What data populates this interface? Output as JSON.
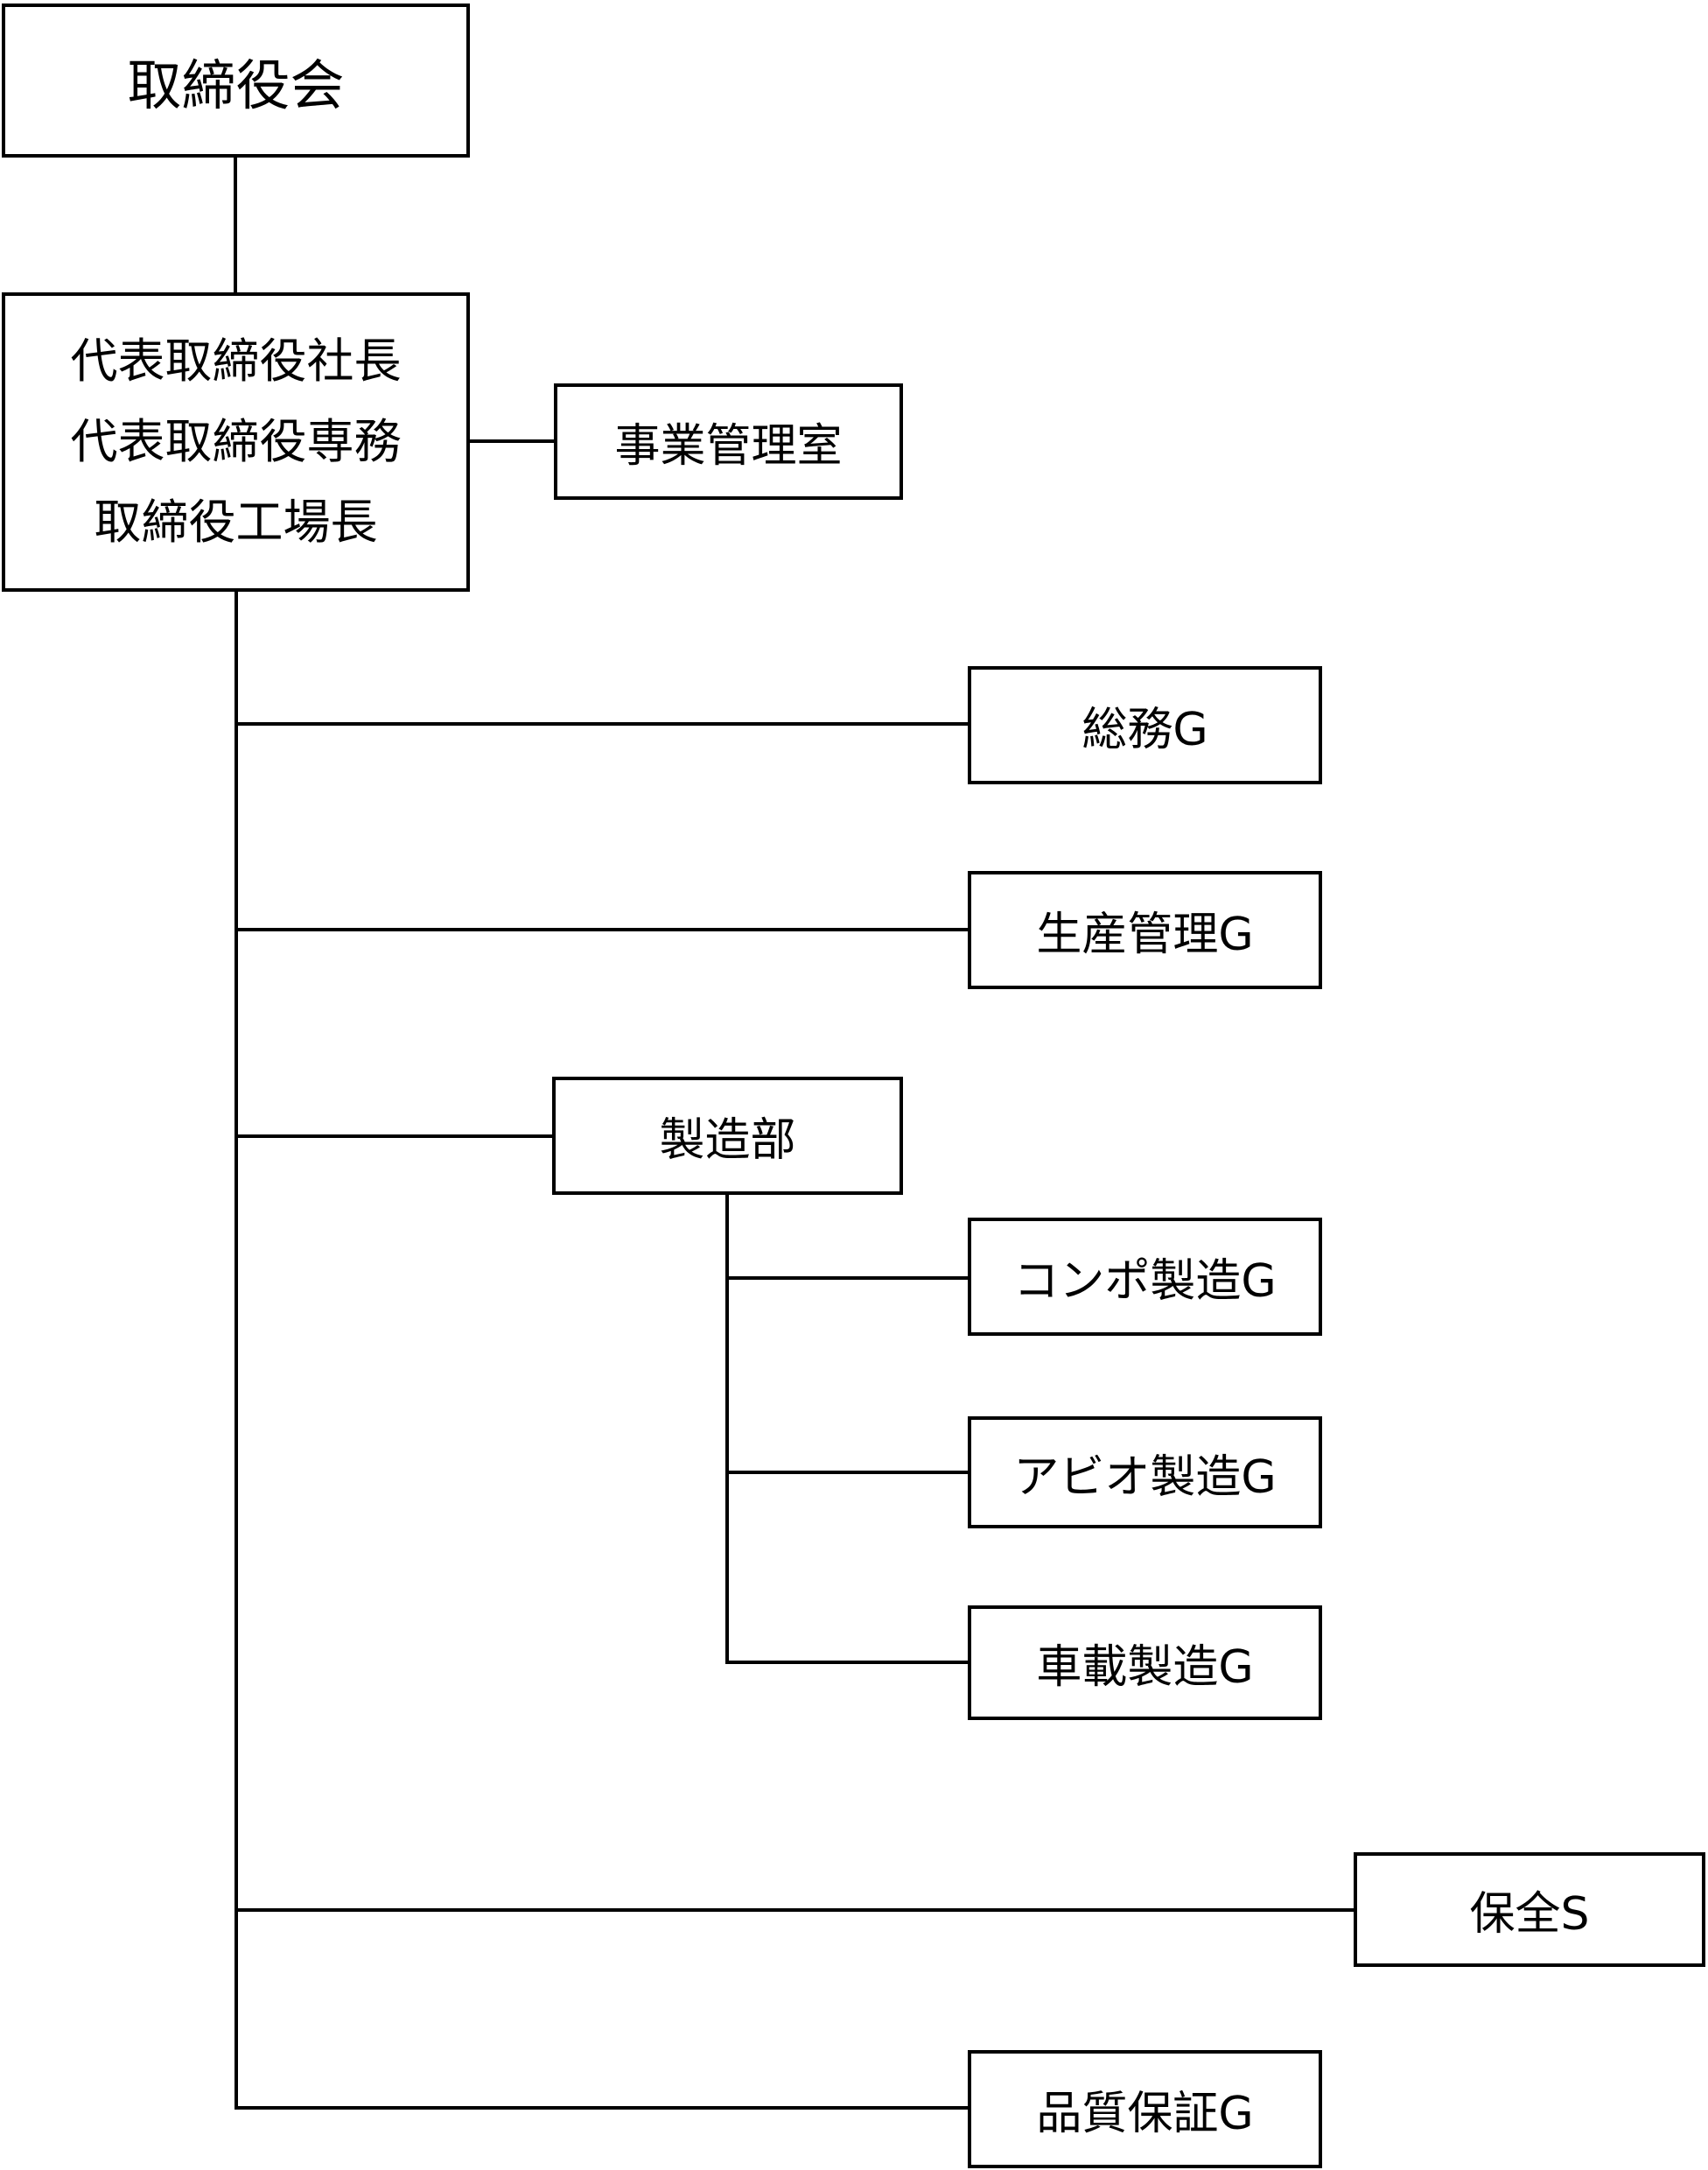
{
  "org_chart": {
    "board": "取締役会",
    "executives": [
      "代表取締役社長",
      "代表取締役専務",
      "取締役工場長"
    ],
    "staff_office": "事業管理室",
    "groups": {
      "general_affairs": "総務G",
      "production_control": "生産管理G",
      "manufacturing_dept": "製造部",
      "compo_manufacturing": "コンポ製造G",
      "abio_manufacturing": "アビオ製造G",
      "automotive_manufacturing": "車載製造G",
      "maintenance": "保全S",
      "quality_assurance": "品質保証G"
    }
  }
}
